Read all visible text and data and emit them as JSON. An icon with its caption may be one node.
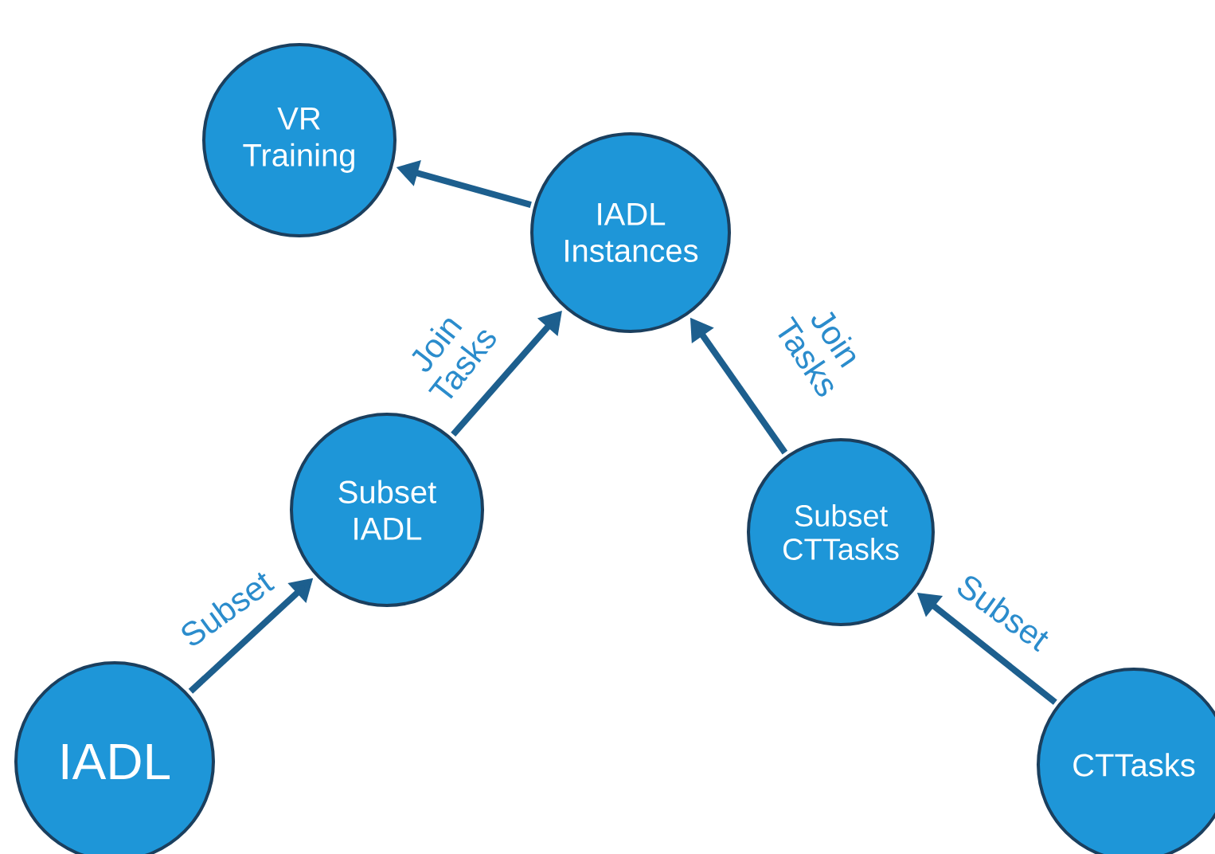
{
  "diagram": {
    "nodes": [
      {
        "text": [
          "VR Training"
        ]
      },
      {
        "text": [
          "IADL Instances"
        ]
      },
      {
        "text": [
          "Subset IADL"
        ]
      },
      {
        "text": [
          "Subset CTTasks"
        ]
      },
      {
        "text": [
          "IADL"
        ]
      },
      {
        "text": [
          "CTTasks"
        ]
      }
    ],
    "edges": [
      {
        "from": 1,
        "to": 0,
        "arrow": "to"
      },
      {
        "from": 2,
        "to": 1,
        "arrow": "to",
        "label": "Join Tasks"
      },
      {
        "from": 3,
        "to": 1,
        "arrow": "to",
        "label": "Join Tasks"
      },
      {
        "from": 4,
        "to": 2,
        "arrow": "to",
        "label": "Subset"
      },
      {
        "from": 5,
        "to": 3,
        "arrow": "to",
        "label": "Subset"
      }
    ]
  }
}
